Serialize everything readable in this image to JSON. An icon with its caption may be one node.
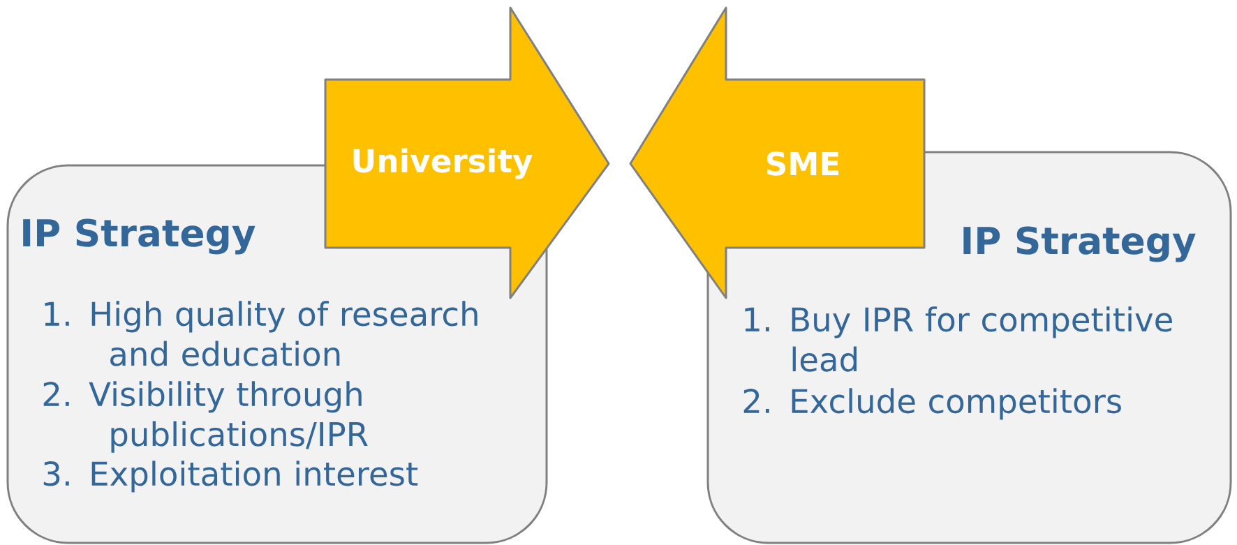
{
  "diagram": {
    "nodes": [
      {
        "text": [
          "IP Strategy",
          "1. High quality of research and education",
          "2. Visibility through publications/IPR",
          "3. Exploitation interest"
        ]
      },
      {
        "text": [
          "IP Strategy",
          "1. Buy IPR for competitive lead",
          "2. Exclude competitors"
        ]
      },
      {
        "text": [
          "University"
        ]
      },
      {
        "text": [
          "SME"
        ]
      }
    ]
  }
}
